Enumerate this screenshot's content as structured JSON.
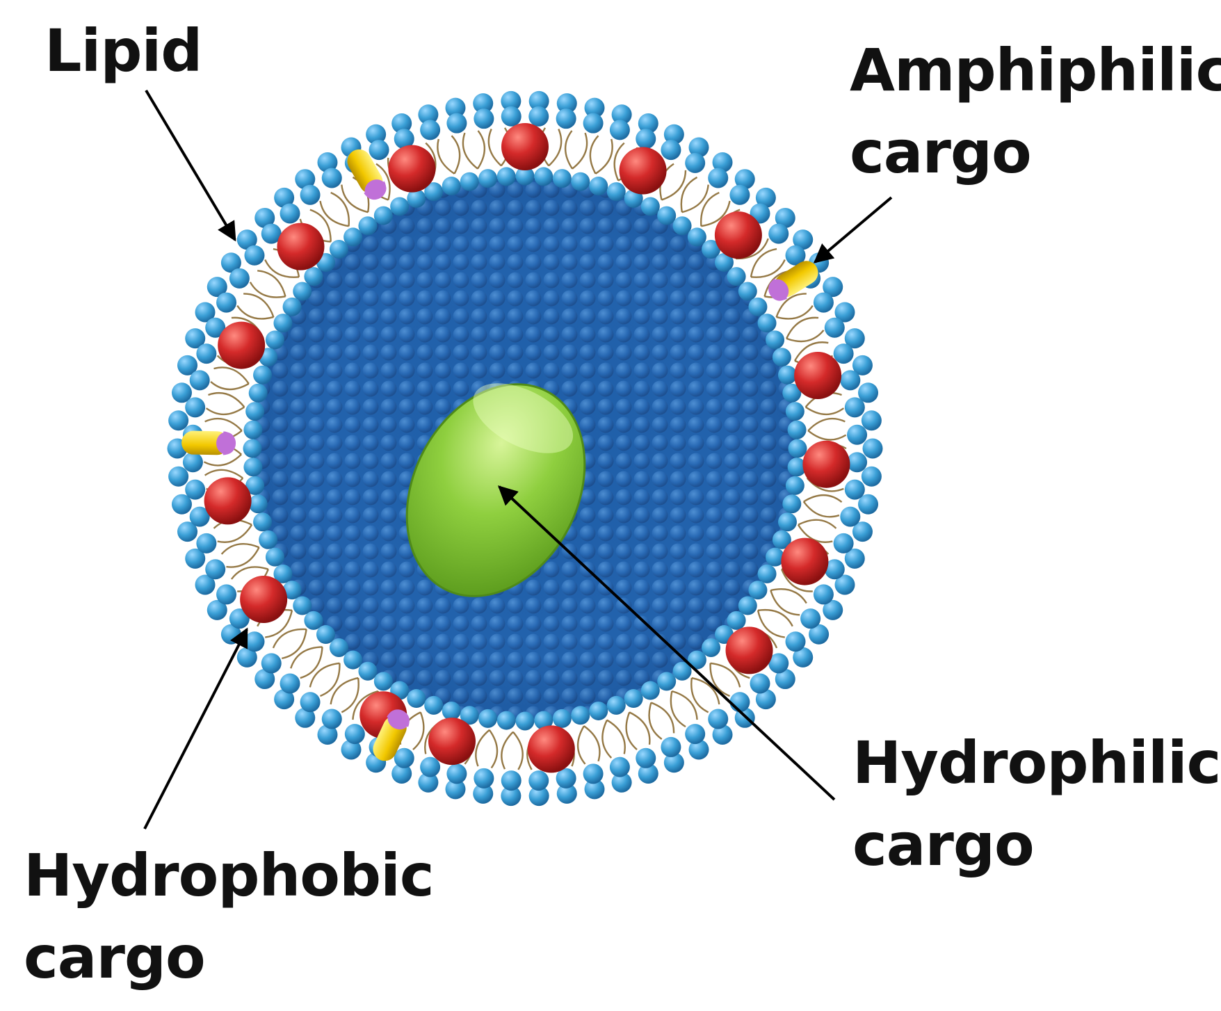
{
  "labels": {
    "lipid": [
      "Lipid"
    ],
    "amphiphilic": [
      "Amphiphilic",
      "cargo"
    ],
    "hydrophilic": [
      "Hydrophilic",
      "cargo"
    ],
    "hydrophobic": [
      "Hydrophobic",
      "cargo"
    ]
  },
  "colors": {
    "lipid_head": "#3a9fd6",
    "lipid_head_inner": "#2a5fa8",
    "lipid_tail": "#8a6a32",
    "hydrophobic_cargo": "#d42a2a",
    "amphiphilic_body": "#f2c800",
    "amphiphilic_tip": "#c070d8",
    "hydrophilic_cargo": "#8fcf3f",
    "arrow": "#000000"
  }
}
